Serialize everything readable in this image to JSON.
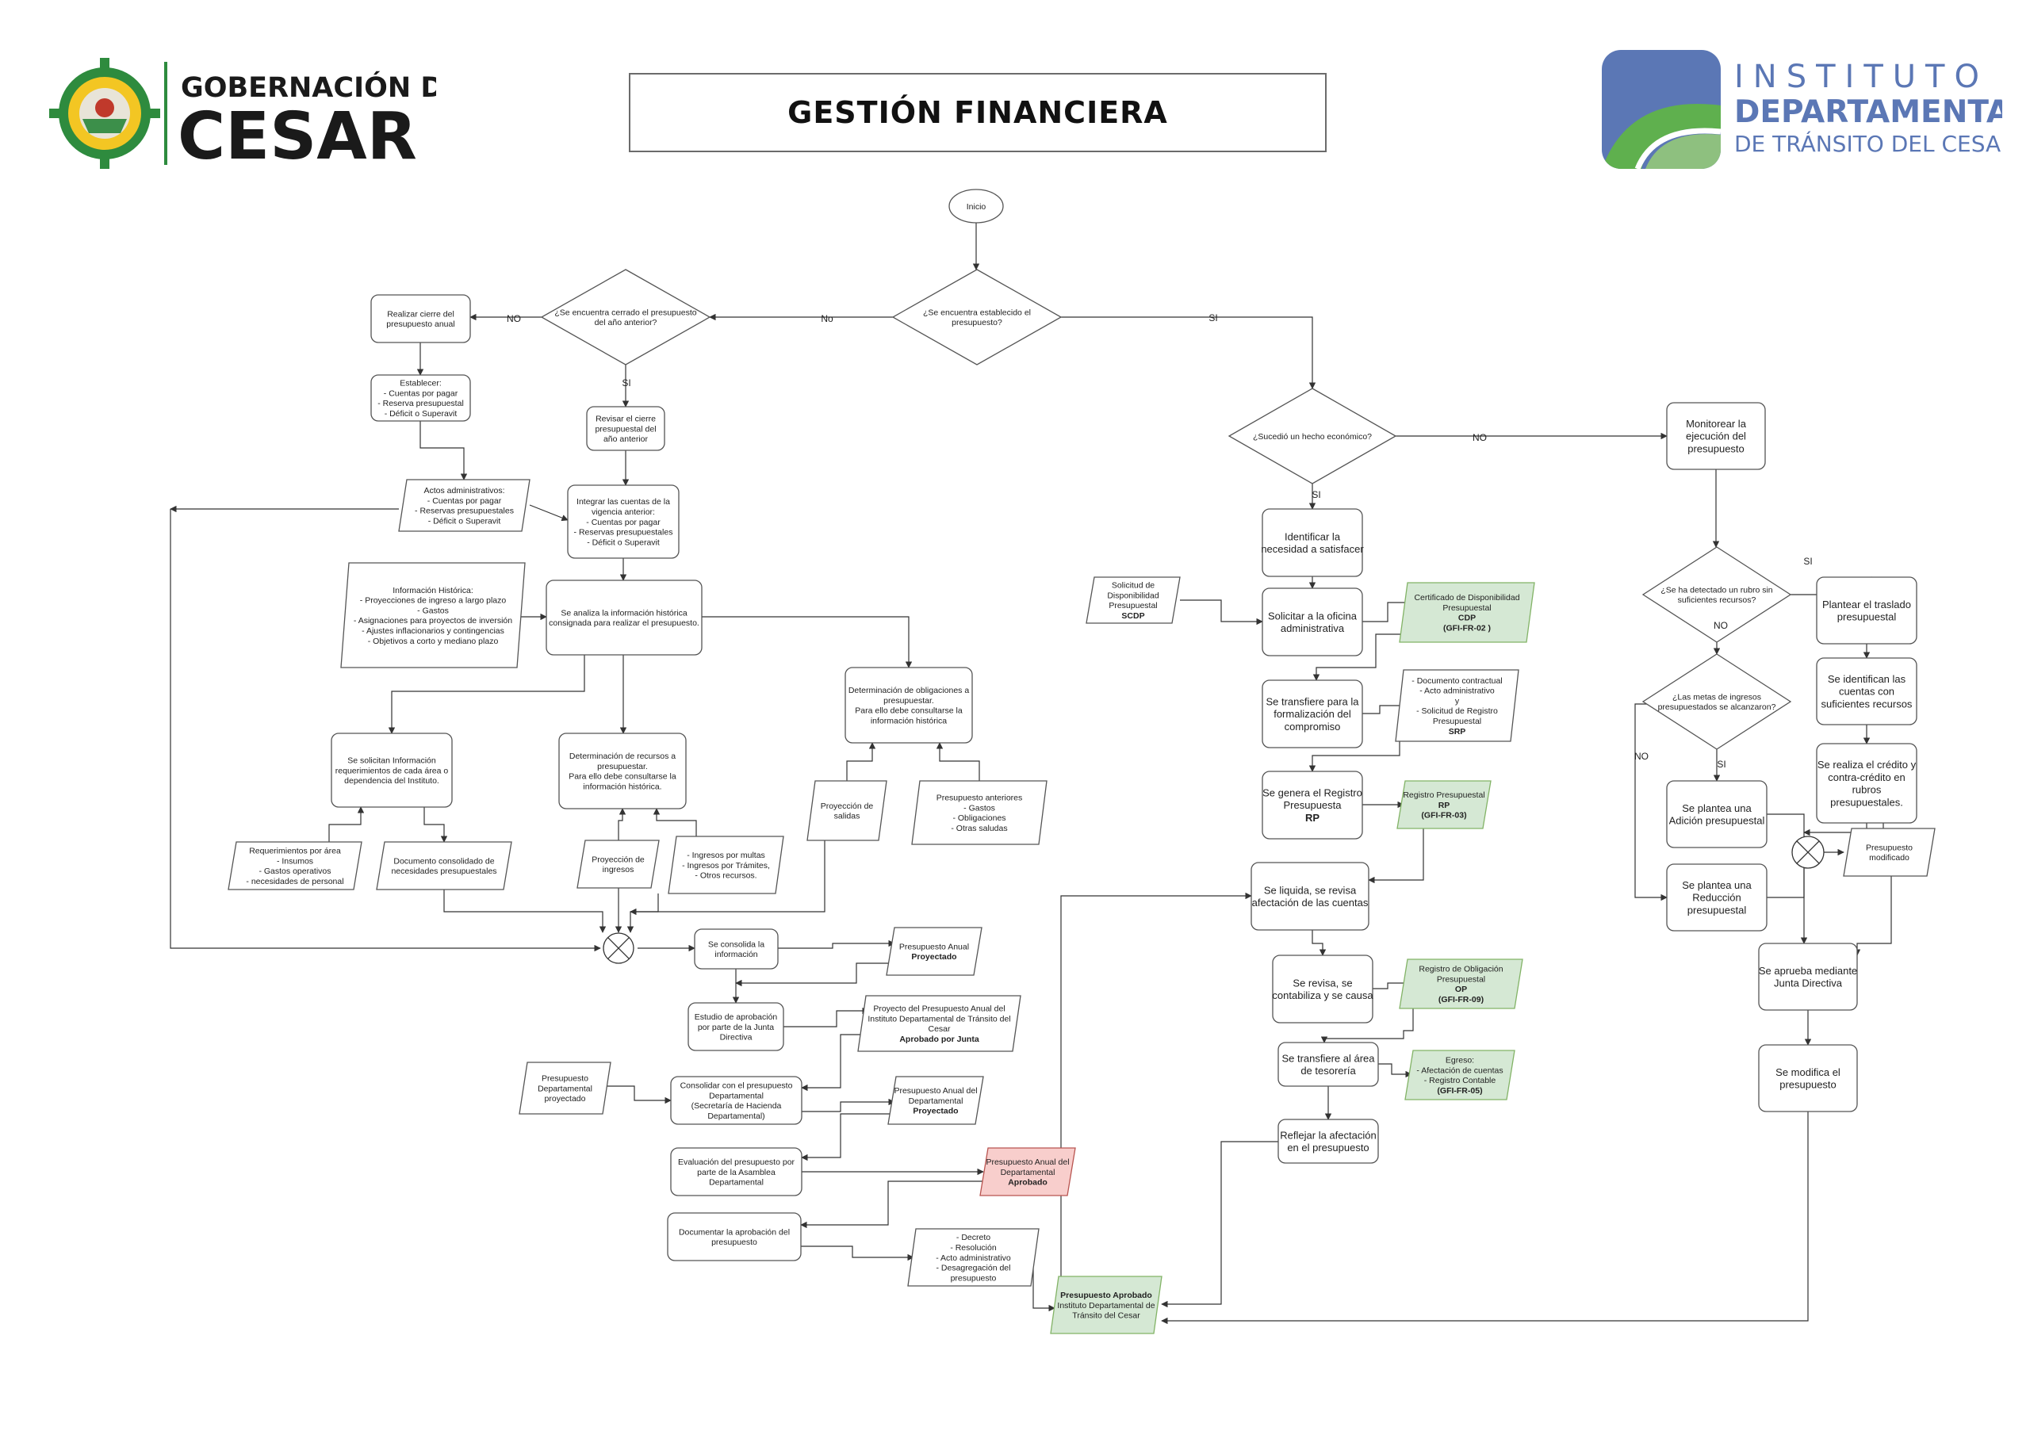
{
  "header": {
    "title": "GESTIÓN FINANCIERA",
    "left_logo": {
      "line1": "GOBERNACIÓN DEL",
      "line2": "CESAR",
      "emblem": "seal-emblem-icon"
    },
    "right_logo": {
      "line1": "INSTITUTO",
      "line2": "DEPARTAMENTAL",
      "line3": "DE TRÁNSITO DEL CESAR",
      "emblem": "road-curve-icon"
    }
  },
  "colors": {
    "green_fill": "#d5e8d4",
    "green_stroke": "#82b366",
    "red_fill": "#f8cecc",
    "red_stroke": "#b85450",
    "logo_blue": "#5b77b5",
    "logo_green": "#5fb04e"
  },
  "nodes": [
    {
      "id": "inicio",
      "lines": [
        "Inicio"
      ]
    },
    {
      "id": "d1",
      "lines": [
        "¿Se encuentra establecido el",
        "presupuesto?"
      ]
    },
    {
      "id": "d2",
      "lines": [
        "¿Se encuentra cerrado el presupuesto",
        "del año anterior?"
      ]
    },
    {
      "id": "n_cierre",
      "lines": [
        "Realizar cierre del",
        "presupuesto anual"
      ]
    },
    {
      "id": "n_establecer",
      "lines": [
        "Establecer:",
        "- Cuentas por pagar",
        "- Reserva presupuestal",
        "- Déficit o Superavit"
      ]
    },
    {
      "id": "n_revisar",
      "lines": [
        "Revisar el cierre",
        "presupuestal del",
        "año anterior"
      ]
    },
    {
      "id": "n_actos",
      "lines": [
        "Actos administrativos:",
        "- Cuentas por pagar",
        "- Reservas presupuestales",
        "- Déficit o Superavit"
      ]
    },
    {
      "id": "n_integrar",
      "lines": [
        "Integrar las cuentas de la",
        "vigencia anterior:",
        "- Cuentas por pagar",
        "- Reservas presupuestales",
        "- Déficit o Superavit"
      ]
    },
    {
      "id": "n_info_hist",
      "lines": [
        "Información Histórica:",
        "- Proyecciones de ingreso a largo plazo",
        "- Gastos",
        "- Asignaciones para proyectos de inversión",
        "- Ajustes inflacionarios y contingencias",
        "- Objetivos a corto y mediano plazo"
      ]
    },
    {
      "id": "n_analiza",
      "lines": [
        "Se analiza la información histórica",
        "consignada para realizar el presupuesto."
      ]
    },
    {
      "id": "n_solicitan",
      "lines": [
        "Se solicitan Información",
        "requerimientos de cada área o",
        "dependencia del Instituto."
      ]
    },
    {
      "id": "n_det_recursos",
      "lines": [
        "Determinación de recursos a",
        "presupuestar.",
        "Para ello debe consultarse la",
        "información histórica."
      ]
    },
    {
      "id": "n_det_oblig",
      "lines": [
        "Determinación de obligaciones a",
        "presupuestar.",
        "Para ello debe consultarse la",
        "información histórica"
      ]
    },
    {
      "id": "n_req_area",
      "lines": [
        "Requerimientos por área",
        "-  Insumos",
        "- Gastos operativos",
        "- necesidades de personal"
      ]
    },
    {
      "id": "n_doc_consol",
      "lines": [
        "Documento consolidado de",
        "necesidades presupuestales"
      ]
    },
    {
      "id": "n_proy_ingresos",
      "lines": [
        "Proyección de",
        "ingresos"
      ]
    },
    {
      "id": "n_ingresos_multas",
      "lines": [
        "- Ingresos por multas",
        "- Ingresos por Trámites,",
        "- Otros recursos."
      ]
    },
    {
      "id": "n_proy_salidas",
      "lines": [
        "Proyección de",
        "salidas"
      ]
    },
    {
      "id": "n_presup_ant",
      "lines": [
        "Presupuesto anteriores",
        "- Gastos",
        "- Obligaciones",
        "- Otras saludas"
      ]
    },
    {
      "id": "n_consolida",
      "lines": [
        "Se consolida la",
        "información"
      ]
    },
    {
      "id": "n_pa_proy",
      "lines": [
        "Presupuesto Anual",
        "Proyectado"
      ]
    },
    {
      "id": "n_estudio",
      "lines": [
        "Estudio de aprobación",
        "por parte de la Junta",
        "Directiva"
      ]
    },
    {
      "id": "n_proy_pa_inst",
      "lines": [
        "Proyecto del Presupuesto Anual del",
        "Instituto Departamental de Tránsito del",
        "Cesar",
        "Aprobado por Junta"
      ]
    },
    {
      "id": "n_presup_dep",
      "lines": [
        "Presupuesto",
        "Departamental",
        "proyectado"
      ]
    },
    {
      "id": "n_consolidar",
      "lines": [
        "Consolidar con el presupuesto",
        "Departamental",
        "(Secretaría de Hacienda",
        "Departamental)"
      ]
    },
    {
      "id": "n_pad_proy",
      "lines": [
        "Presupuesto Anual del",
        "Departamental",
        "Proyectado"
      ]
    },
    {
      "id": "n_evaluacion",
      "lines": [
        "Evaluación del presupuesto por",
        "parte de la Asamblea",
        "Departamental"
      ]
    },
    {
      "id": "n_pad_aprob",
      "lines": [
        "Presupuesto Anual del",
        "Departamental",
        "Aprobado"
      ]
    },
    {
      "id": "n_documentar",
      "lines": [
        "Documentar la aprobación del",
        "presupuesto"
      ]
    },
    {
      "id": "n_decreto",
      "lines": [
        "- Decreto",
        "- Resolución",
        "- Acto administrativo",
        "- Desagregación del",
        "presupuesto"
      ]
    },
    {
      "id": "n_pres_aprob",
      "lines": [
        "Presupuesto Aprobado",
        "Instituto Departamental de",
        "Tránsito del Cesar"
      ]
    },
    {
      "id": "d3",
      "lines": [
        "¿Sucedió un hecho económico?"
      ]
    },
    {
      "id": "n_identificar",
      "lines": [
        "Identificar la",
        "necesidad a satisfacer"
      ]
    },
    {
      "id": "n_scdp",
      "lines": [
        "Solicitud de",
        "Disponibilidad",
        "Presupuestal",
        "SCDP"
      ]
    },
    {
      "id": "n_solicitar",
      "lines": [
        "Solicitar a la oficina",
        "administrativa"
      ]
    },
    {
      "id": "n_cdp",
      "lines": [
        "Certificado de Disponibilidad",
        "Presupuestal",
        "CDP",
        "(GFI-FR-02 )"
      ]
    },
    {
      "id": "n_transfiere",
      "lines": [
        "Se transfiere para la",
        "formalización del",
        "compromiso"
      ]
    },
    {
      "id": "n_doc_contractual",
      "lines": [
        "- Documento contractual",
        "- Acto administrativo",
        "y",
        "- Solicitud de Registro",
        "Presupuestal",
        "SRP"
      ]
    },
    {
      "id": "n_genera_rp",
      "lines": [
        "Se genera el Registro",
        "Presupuesta",
        "RP"
      ]
    },
    {
      "id": "n_rp",
      "lines": [
        "Registro Presupuestal",
        "RP",
        "(GFI-FR-03)"
      ]
    },
    {
      "id": "n_liquida",
      "lines": [
        "Se liquida, se revisa",
        "afectación de las cuentas"
      ]
    },
    {
      "id": "n_revisa",
      "lines": [
        "Se revisa, se",
        "contabiliza y se causa"
      ]
    },
    {
      "id": "n_op",
      "lines": [
        "Registro de Obligación",
        "Presupuestal",
        "OP",
        "(GFI-FR-09)"
      ]
    },
    {
      "id": "n_tesoreria",
      "lines": [
        "Se transfiere al área",
        "de tesorería"
      ]
    },
    {
      "id": "n_egreso",
      "lines": [
        "Egreso:",
        "- Afectación de cuentas",
        "- Registro Contable",
        "(GFI-FR-05)"
      ]
    },
    {
      "id": "n_reflejar",
      "lines": [
        "Reflejar la afectación",
        "en el presupuesto"
      ]
    },
    {
      "id": "n_monitorear",
      "lines": [
        "Monitorear la",
        "ejecución del",
        "presupuesto"
      ]
    },
    {
      "id": "d4",
      "lines": [
        "¿Se ha detectado un rubro sin",
        "suficientes recursos?"
      ]
    },
    {
      "id": "n_traslado",
      "lines": [
        "Plantear el traslado",
        "presupuestal"
      ]
    },
    {
      "id": "d5",
      "lines": [
        "¿Las metas de ingresos",
        "presupuestados se alcanzaron?"
      ]
    },
    {
      "id": "n_identifican",
      "lines": [
        "Se identifican las",
        "cuentas con",
        "suficientes recursos"
      ]
    },
    {
      "id": "n_credito",
      "lines": [
        "Se realiza el crédito y",
        "contra-crédito en",
        "rubros",
        "presupuestales."
      ]
    },
    {
      "id": "n_adicion",
      "lines": [
        "Se plantea una",
        "Adición presupuestal"
      ]
    },
    {
      "id": "n_pres_mod",
      "lines": [
        "Presupuesto",
        "modificado"
      ]
    },
    {
      "id": "n_reduccion",
      "lines": [
        "Se plantea una",
        "Reducción",
        "presupuestal"
      ]
    },
    {
      "id": "n_aprueba",
      "lines": [
        "Se aprueba mediante",
        "Junta Directiva"
      ]
    },
    {
      "id": "n_modifica",
      "lines": [
        "Se modifica el",
        "presupuesto"
      ]
    }
  ],
  "edge_labels": [
    {
      "id": "l_no_d1",
      "text": "No"
    },
    {
      "id": "l_si_d1",
      "text": "SI"
    },
    {
      "id": "l_no_d2",
      "text": "NO"
    },
    {
      "id": "l_si_d2",
      "text": "SI"
    },
    {
      "id": "l_no_d3",
      "text": "NO"
    },
    {
      "id": "l_si_d3",
      "text": "SI"
    },
    {
      "id": "l_si_d4",
      "text": "SI"
    },
    {
      "id": "l_no_d4",
      "text": "NO"
    },
    {
      "id": "l_si_d5",
      "text": "SI"
    },
    {
      "id": "l_no_d5",
      "text": "NO"
    }
  ]
}
